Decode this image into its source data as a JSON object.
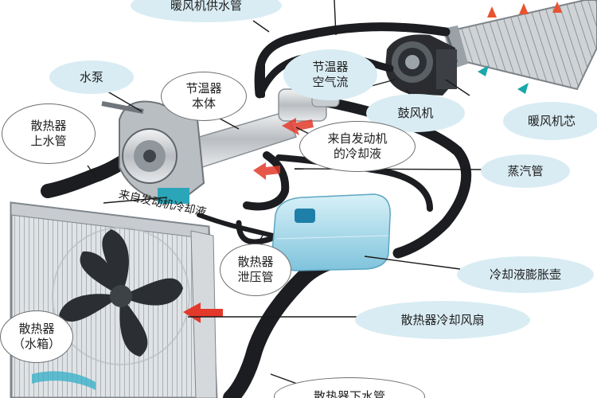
{
  "labels": {
    "heater_supply_pipe": "暖风机供水管",
    "water_pump": "水泵",
    "thermostat_body": "节温器\n本体",
    "thermostat_air_flow": "节温器\n空气流",
    "blower": "鼓风机",
    "heater_core": "暖风机芯",
    "radiator_upper_hose": "散热器\n上水管",
    "coolant_from_engine_1": "来自发动机\n的冷却液",
    "steam_pipe": "蒸汽管",
    "coolant_from_engine_2": "来自发动机冷却液",
    "radiator_pressure_pipe": "散热器\n泄压管",
    "coolant_expansion_tank": "冷却液膨胀壶",
    "radiator_cooling_fan": "散热器冷却风扇",
    "radiator_water_tank": "散热器\n（水箱）",
    "radiator_lower_hose": "散热器下水管"
  },
  "colors": {
    "bubble_blue": "#d9ecf3",
    "hose": "#1b1d20",
    "flow_arrow": "#e2392a",
    "coolant_tank": "#9fd6e9"
  },
  "icons": [
    "fan-icon",
    "flow-arrow-icon",
    "radiator-icon",
    "pump-icon",
    "blower-icon"
  ]
}
